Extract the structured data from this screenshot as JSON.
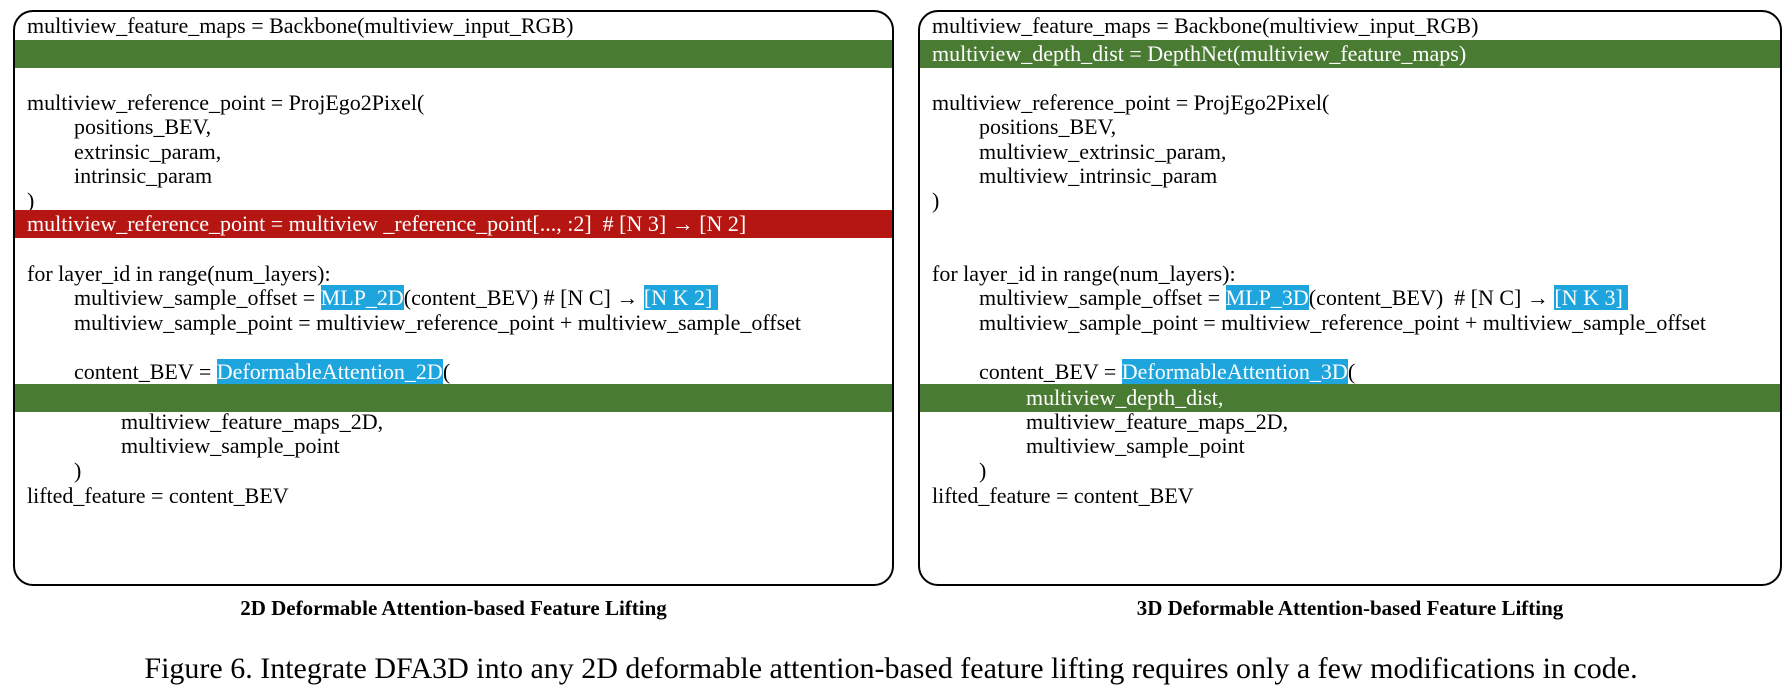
{
  "left_panel": {
    "caption": "2D Deformable Attention-based Feature Lifting",
    "l1": "multiview_feature_maps = Backbone(multiview_input_RGB)",
    "l3": "multiview_reference_point = ProjEgo2Pixel(",
    "l4": "positions_BEV,",
    "l5": "extrinsic_param,",
    "l6": "intrinsic_param",
    "l7": ")",
    "red_line": "multiview_reference_point = multiview _reference_point[..., :2]  # [N 3] → [N 2]",
    "l10": "for layer_id in range(num_layers):",
    "l11_a": "multiview_sample_offset = ",
    "l11_hl1": "MLP_2D",
    "l11_b": "(content_BEV) # [N C] → ",
    "l11_hl2": "[N K 2] ",
    "l12": "multiview_sample_point = multiview_reference_point + multiview_sample_offset",
    "l14_a": "content_BEV = ",
    "l14_hl": "DeformableAttention_2D",
    "l14_b": "(",
    "l16": "multiview_feature_maps_2D,",
    "l17": "multiview_sample_point",
    "l18": ")",
    "l19": "lifted_feature = content_BEV"
  },
  "right_panel": {
    "caption": "3D Deformable Attention-based Feature Lifting",
    "l1": "multiview_feature_maps = Backbone(multiview_input_RGB)",
    "green1": "multiview_depth_dist = DepthNet(multiview_feature_maps)",
    "l3": "multiview_reference_point = ProjEgo2Pixel(",
    "l4": "positions_BEV,",
    "l5": "multiview_extrinsic_param,",
    "l6": "multiview_intrinsic_param",
    "l7": ")",
    "l10": "for layer_id in range(num_layers):",
    "l11_a": "multiview_sample_offset = ",
    "l11_hl1": "MLP_3D",
    "l11_b": "(content_BEV)  # [N C] → ",
    "l11_hl2": "[N K 3] ",
    "l12": "multiview_sample_point = multiview_reference_point + multiview_sample_offset",
    "l14_a": "content_BEV = ",
    "l14_hl": "DeformableAttention_3D",
    "l14_b": "(",
    "green2": "multiview_depth_dist,",
    "l16": "multiview_feature_maps_2D,",
    "l17": "multiview_sample_point",
    "l18": ")",
    "l19": "lifted_feature = content_BEV"
  },
  "figure_caption": "Figure 6. Integrate DFA3D into any 2D deformable attention-based feature lifting requires only a few modifications in code.",
  "colors": {
    "green": "#4a7b33",
    "red": "#b51612",
    "highlight": "#1ea5dd"
  }
}
